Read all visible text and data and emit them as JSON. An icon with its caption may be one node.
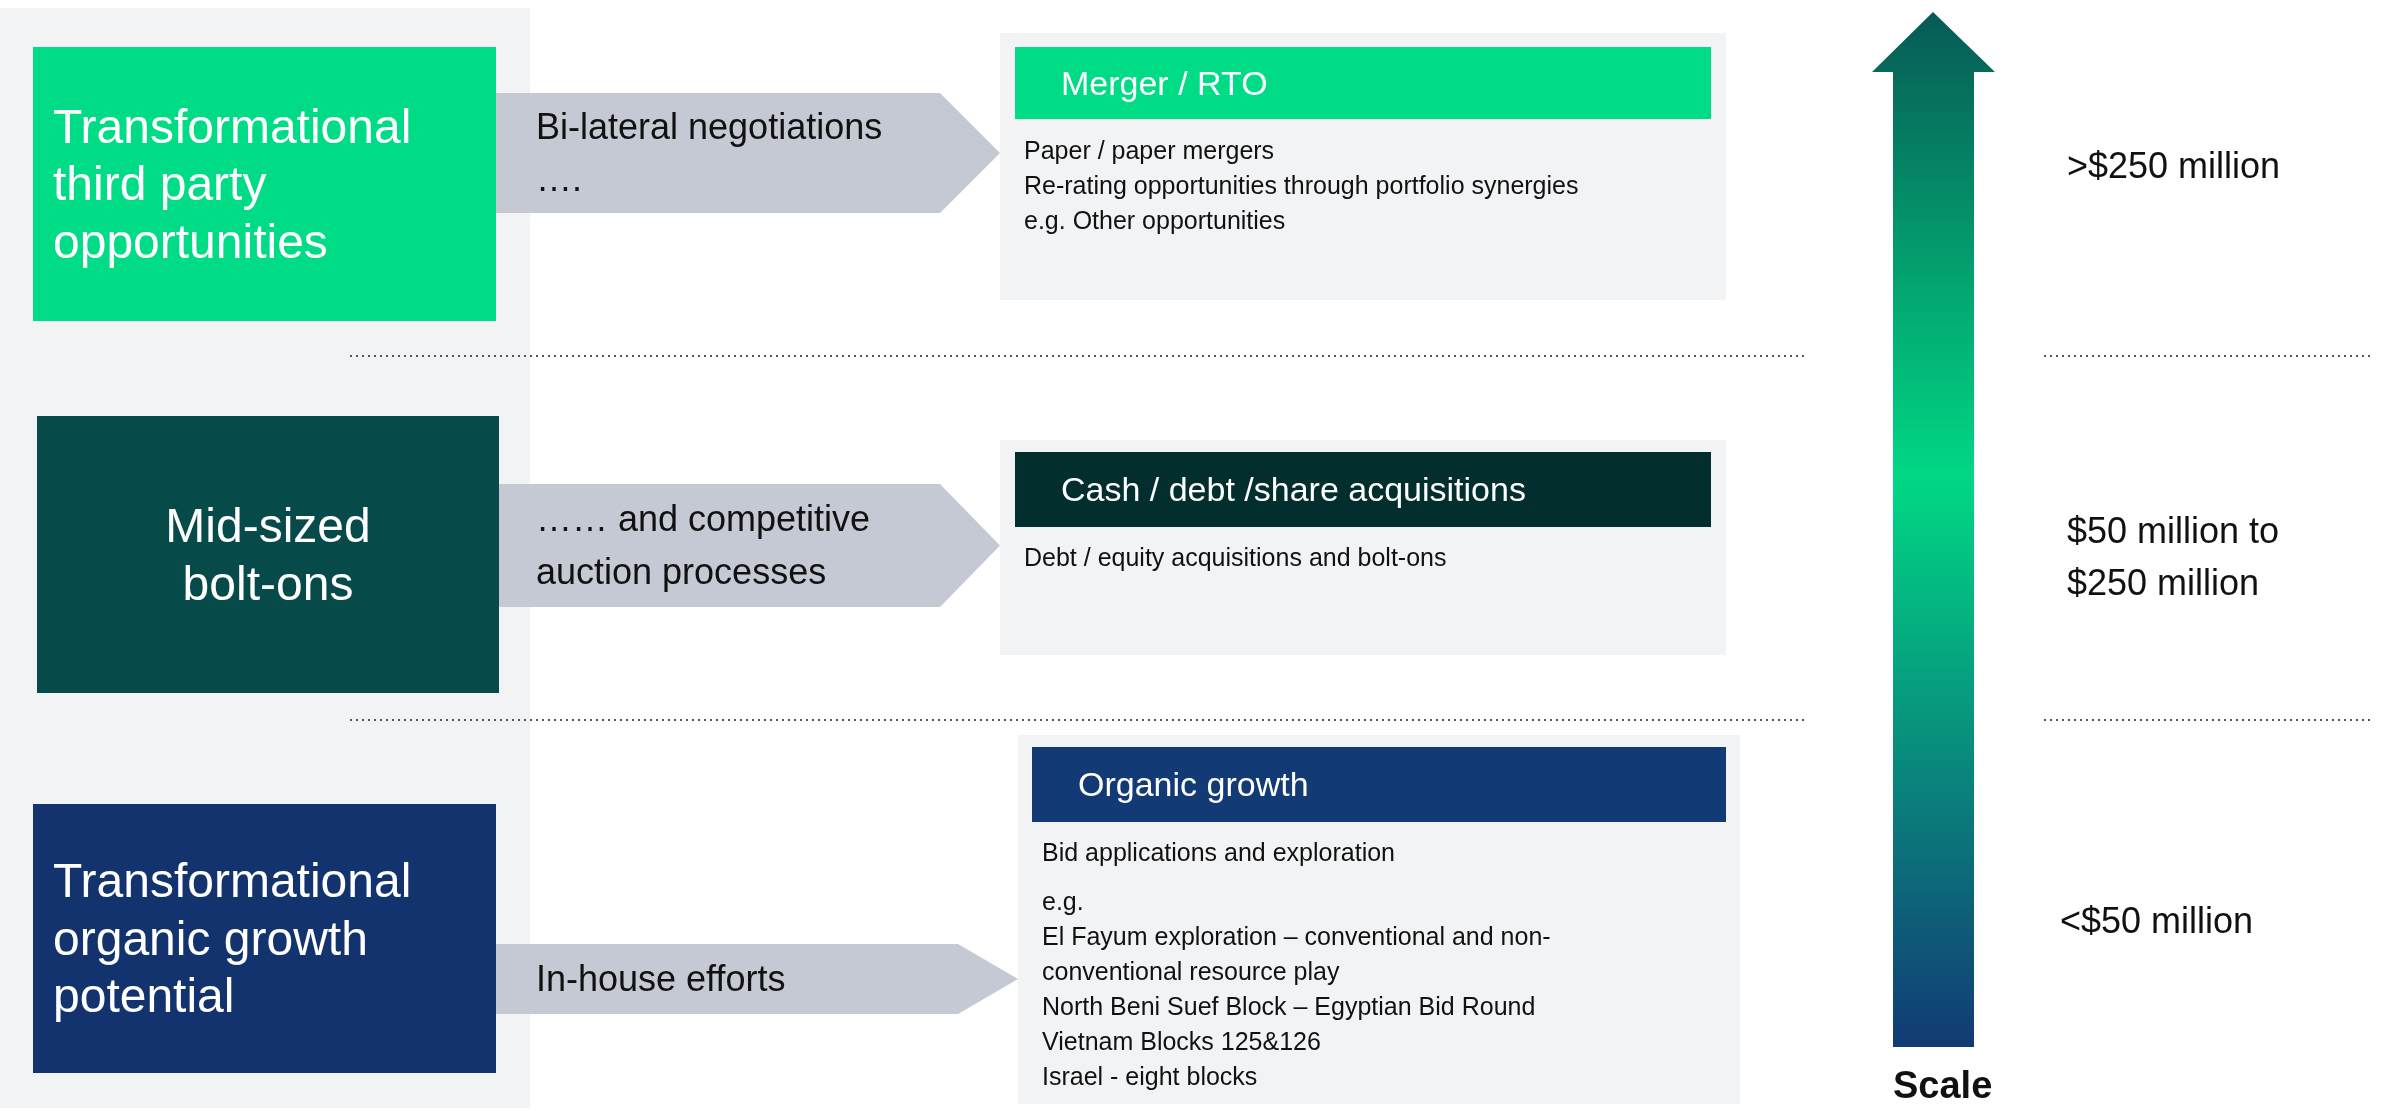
{
  "diagram": {
    "nodes": [
      {
        "text": [
          "Transformational third party opportunities"
        ]
      },
      {
        "text": [
          "Merger / RTO",
          "Paper / paper mergers",
          "Re-rating opportunities through portfolio synergies",
          "e.g. Other opportunities"
        ]
      },
      {
        "text": [
          "Mid-sized bolt-ons"
        ]
      },
      {
        "text": [
          "Cash / debt /share acquisitions",
          "Debt / equity acquisitions and bolt-ons"
        ]
      },
      {
        "text": [
          "Transformational organic growth potential"
        ]
      },
      {
        "text": [
          "Organic growth",
          "Bid applications and exploration",
          "e.g.",
          "El Fayum exploration – conventional and non-conventional resource play",
          "North Beni Suef Block – Egyptian Bid Round",
          "Vietnam Blocks 125&126",
          "Israel - eight blocks"
        ]
      }
    ],
    "edges": [
      {
        "from": 0,
        "to": 1,
        "arrow": "to",
        "label": "Bi-lateral negotiations …."
      },
      {
        "from": 2,
        "to": 3,
        "arrow": "to",
        "label": "…… and competitive auction processes"
      },
      {
        "from": 4,
        "to": 5,
        "arrow": "to",
        "label": "In-house efforts"
      }
    ],
    "labels": [
      ">$250 million",
      "$50 million to $250 million",
      "<$50 million",
      "Scale"
    ]
  }
}
